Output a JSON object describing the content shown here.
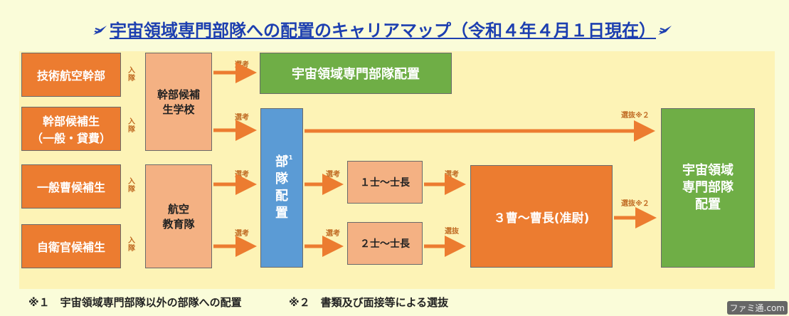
{
  "title": "宇宙領域専門部隊への配置のキャリアマップ（令和４年４月１日現在）",
  "sources": {
    "technical_officer": "技術航空幹部",
    "officer_candidate_student": "幹部候補生",
    "officer_candidate_sub": "（一般・貸費）",
    "general_nco_candidate": "一般曹候補生",
    "sdf_officer_candidate": "自衛官候補生"
  },
  "schools": {
    "officer_school": "幹部候補\n生学校",
    "air_education_corps": "航空\n教育隊"
  },
  "unit_assignment": {
    "label": "部\n隊\n配\n置",
    "note_mark": "※1"
  },
  "targets": {
    "space_unit_top": "宇宙領域専門部隊配置",
    "space_unit_right": "宇宙領域\n専門部隊\n配置"
  },
  "ranks": {
    "rank1": "１士～士長",
    "rank2": "２士～士長",
    "rank3": "３曹～曹長(准尉)"
  },
  "labels": {
    "enlist": "入\n隊",
    "selection": "選考",
    "screening": "選抜",
    "screening_note": "選抜※２",
    "note_mark2": "※２"
  },
  "footnotes": {
    "note1": "※１　宇宙領域専門部隊以外の部隊への配置",
    "note2": "※２　書類及び面接等による選抜"
  },
  "watermark": "ファミ通.com",
  "colors": {
    "arrow": "#ec7c30",
    "title": "#1d3fb0",
    "panel": "#fdf3b6"
  }
}
